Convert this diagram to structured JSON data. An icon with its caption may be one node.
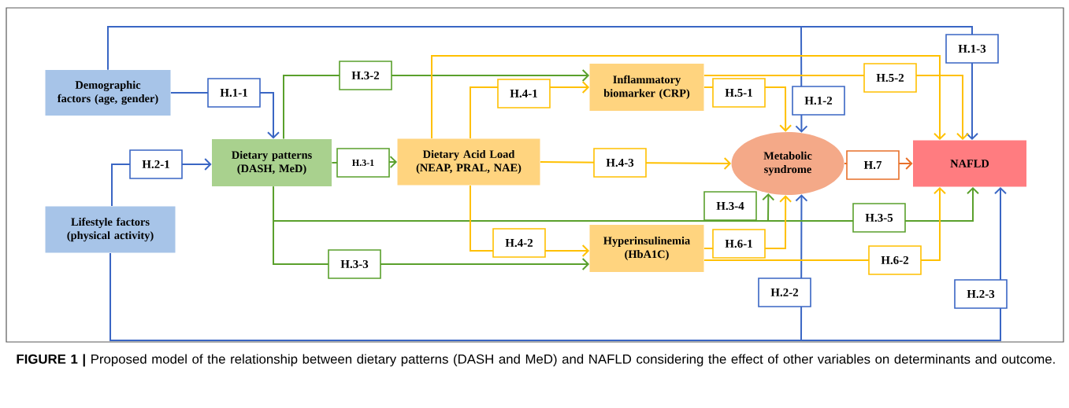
{
  "diagram": {
    "caption": "**FIGURE 1 |** Proposed model of the relationship between dietary patterns (DASH and MeD) and NAFLD considering the effect of other variables on determinants and outcome.",
    "nodes": [
      {
        "text": [
          "**Demographic factors** (age, gender)"
        ]
      },
      {
        "text": [
          "**Lifestyle factors** (physical activity)"
        ]
      },
      {
        "text": [
          "Dietary patterns (DASH, MeD)"
        ]
      },
      {
        "text": [
          "Dietary Acid Load (NEAP, PRAL, NAE)"
        ]
      },
      {
        "text": [
          "Inflammatory biomarker (CRP)"
        ]
      },
      {
        "text": [
          "Hyperinsulinemia (HbA1C)"
        ]
      },
      {
        "text": [
          "Metabolic syndrome"
        ]
      },
      {
        "text": [
          "NAFLD"
        ]
      }
    ],
    "edges": [
      {
        "from": 0,
        "to": 2,
        "arrow": "to",
        "label": "H.1-1",
        "color": "#3a66c4"
      },
      {
        "from": 0,
        "to": 6,
        "arrow": "to",
        "label": "H.1-2",
        "color": "#3a66c4"
      },
      {
        "from": 0,
        "to": 7,
        "arrow": "to",
        "label": "H.1-3",
        "color": "#3a66c4"
      },
      {
        "from": 1,
        "to": 2,
        "arrow": "to",
        "label": "H.2-1",
        "color": "#3a66c4"
      },
      {
        "from": 1,
        "to": 6,
        "arrow": "to",
        "label": "H.2-2",
        "color": "#3a66c4"
      },
      {
        "from": 1,
        "to": 7,
        "arrow": "to",
        "label": "H.2-3",
        "color": "#3a66c4"
      },
      {
        "from": 2,
        "to": 3,
        "arrow": "to",
        "label": "H.3-1",
        "color": "#5aa02c"
      },
      {
        "from": 2,
        "to": 4,
        "arrow": "to",
        "label": "H.3-2",
        "color": "#5aa02c"
      },
      {
        "from": 2,
        "to": 5,
        "arrow": "to",
        "label": "H.3-3",
        "color": "#5aa02c"
      },
      {
        "from": 2,
        "to": 6,
        "arrow": "to",
        "label": "H.3-4",
        "color": "#5aa02c"
      },
      {
        "from": 2,
        "to": 7,
        "arrow": "to",
        "label": "H.3-5",
        "color": "#5aa02c"
      },
      {
        "from": 3,
        "to": 4,
        "arrow": "to",
        "label": "H.4-1"
      },
      {
        "from": 3,
        "to": 5,
        "arrow": "to",
        "label": "H.4-2"
      },
      {
        "from": 3,
        "to": 6,
        "arrow": "to",
        "label": "H.4-3"
      },
      {
        "from": 3,
        "to": 7,
        "arrow": "to"
      },
      {
        "from": 4,
        "to": 6,
        "arrow": "to",
        "label": "H.5-1"
      },
      {
        "from": 4,
        "to": 7,
        "arrow": "to",
        "label": "H.5-2"
      },
      {
        "from": 5,
        "to": 6,
        "arrow": "to",
        "label": "H.6-1"
      },
      {
        "from": 5,
        "to": 7,
        "arrow": "to",
        "label": "H.6-2"
      },
      {
        "from": 6,
        "to": 7,
        "arrow": "to",
        "label": "H.7",
        "color": "#e8702a"
      }
    ]
  }
}
